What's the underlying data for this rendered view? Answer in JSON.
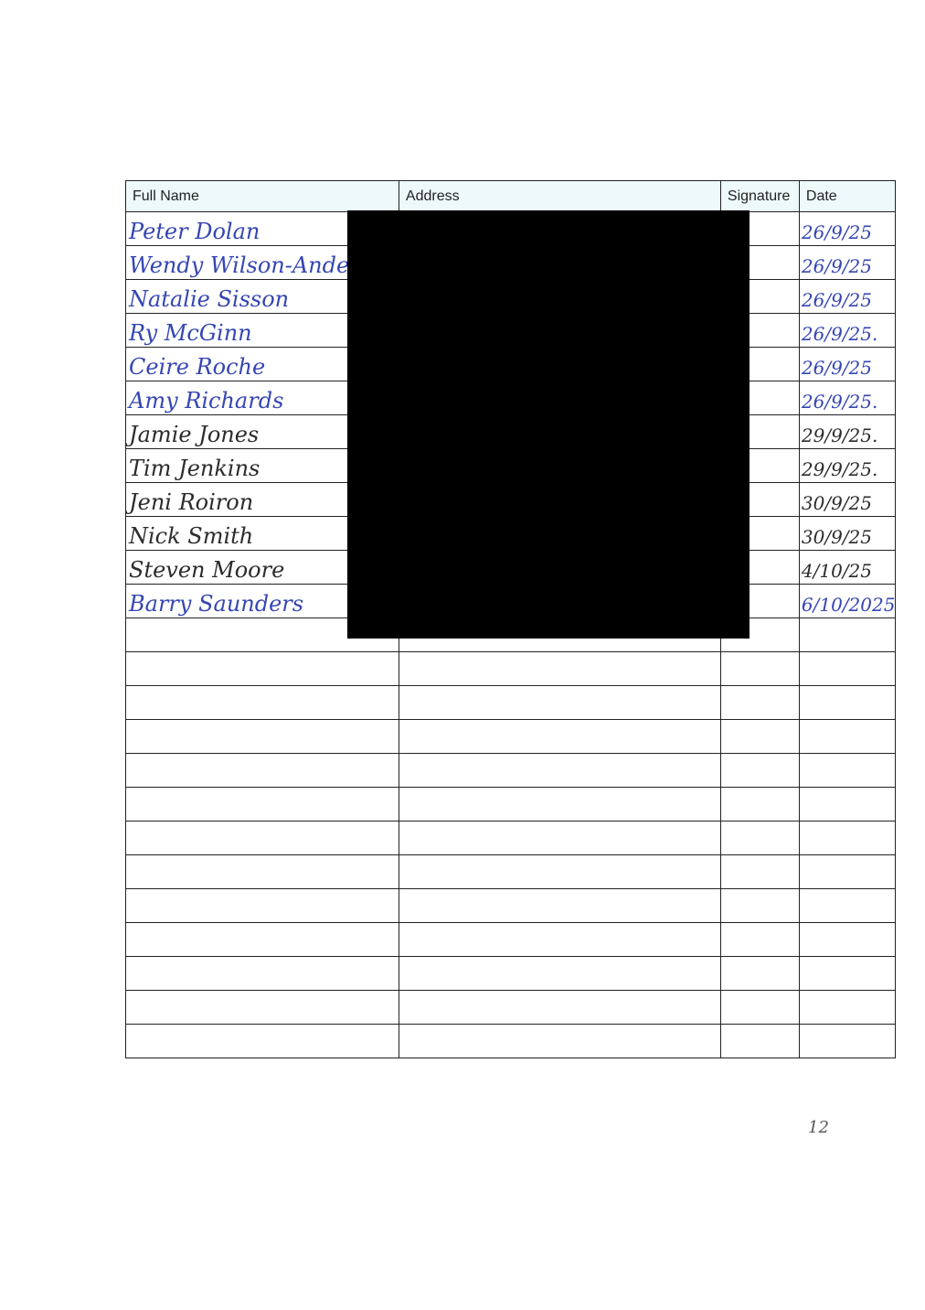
{
  "headers": {
    "full_name": "Full Name",
    "address": "Address",
    "signature": "Signature",
    "date": "Date"
  },
  "entries": [
    {
      "name": "Peter Dolan",
      "date": "26/9/25",
      "ink": "blue"
    },
    {
      "name": "Wendy Wilson-Anderson",
      "date": "26/9/25",
      "ink": "blue"
    },
    {
      "name": "Natalie Sisson",
      "date": "26/9/25",
      "ink": "blue"
    },
    {
      "name": "Ry McGinn",
      "date": "26/9/25.",
      "ink": "blue"
    },
    {
      "name": "Ceire Roche",
      "date": "26/9/25",
      "ink": "blue"
    },
    {
      "name": "Amy Richards",
      "date": "26/9/25.",
      "ink": "blue"
    },
    {
      "name": "Jamie Jones",
      "date": "29/9/25.",
      "ink": "dark"
    },
    {
      "name": "Tim Jenkins",
      "date": "29/9/25.",
      "ink": "dark"
    },
    {
      "name": "Jeni Roiron",
      "date": "30/9/25",
      "ink": "dark"
    },
    {
      "name": "Nick Smith",
      "date": "30/9/25",
      "ink": "dark"
    },
    {
      "name": "Steven Moore",
      "date": "4/10/25",
      "ink": "dark"
    },
    {
      "name": "Barry Saunders",
      "date": "6/10/2025",
      "ink": "blue"
    }
  ],
  "empty_row_count": 13,
  "page_number": "12"
}
